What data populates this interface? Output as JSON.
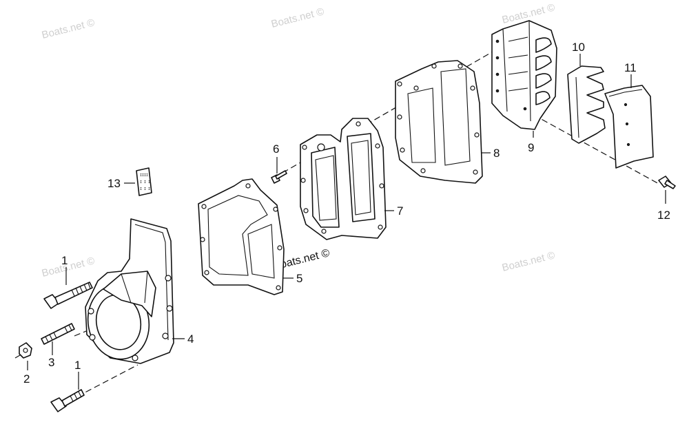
{
  "watermarks": {
    "text": "Boats.net ©",
    "center_text": "Boats.net ©"
  },
  "callouts": {
    "p1_top": "1",
    "p1_bottom": "1",
    "p2": "2",
    "p3": "3",
    "p4": "4",
    "p5": "5",
    "p6": "6",
    "p7": "7",
    "p8": "8",
    "p9": "9",
    "p10": "10",
    "p11": "11",
    "p12": "12",
    "p13": "13"
  },
  "decal_13": {
    "line1": "IIII",
    "line2": "I I I",
    "line3": "I I I"
  }
}
